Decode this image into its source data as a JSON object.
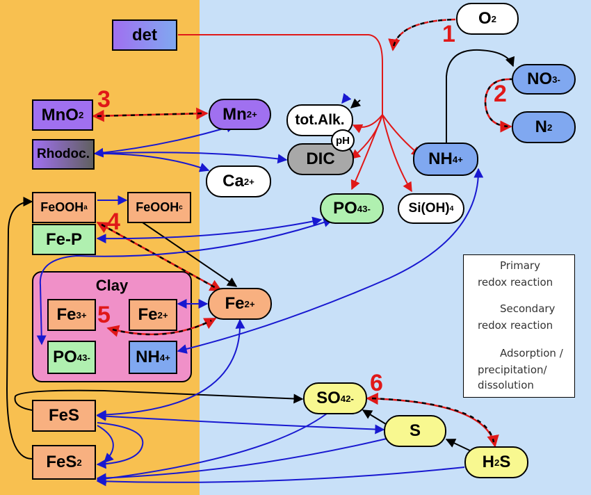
{
  "nodes": {
    "o2": "O",
    "o2_sub": "2",
    "det": "det",
    "no3": "NO",
    "no3_sub": "3",
    "no3_sup": "-",
    "n2": "N",
    "n2_sub": "2",
    "mno2": "MnO",
    "mno2_sub": "2",
    "mn2": "Mn",
    "mn2_sup": "2+",
    "totalk": "tot.Alk.",
    "ph": "pH",
    "dic": "DIC",
    "nh4": "NH",
    "nh4_sub": "4",
    "nh4_sup": "+",
    "rhodoc": "Rhodoc.",
    "ca2": "Ca",
    "ca2_sup": "2+",
    "feoohA": "FeOOH",
    "feoohA_sub": "a",
    "feoohC": "FeOOH",
    "feoohC_sub": "c",
    "po4": "PO",
    "po4_sub": "4",
    "po4_sup": "3-",
    "sioh4": "Si(OH)",
    "sioh4_sub": "4",
    "fep": "Fe-P",
    "clay": "Clay",
    "fe3clay": "Fe",
    "fe3clay_sup": "3+",
    "fe2clay": "Fe",
    "fe2clay_sup": "2+",
    "fe2": "Fe",
    "fe2_sup": "2+",
    "po4clay": "PO",
    "po4clay_sub": "4",
    "po4clay_sup": "3-",
    "nh4clay": "NH",
    "nh4clay_sub": "4",
    "nh4clay_sup": "+",
    "so4": "SO",
    "so4_sub": "4",
    "so4_sup": "2-",
    "fes": "FeS",
    "s": "S",
    "fes2": "FeS",
    "fes2_sub": "2",
    "h2s_h": "H",
    "h2s_sub": "2",
    "h2s_s": "S"
  },
  "reaction_numbers": [
    "1",
    "2",
    "3",
    "4",
    "5",
    "6"
  ],
  "legend": {
    "primary": [
      "Primary",
      "redox reaction"
    ],
    "secondary": [
      "Secondary",
      "redox reaction"
    ],
    "adsorption": [
      "Adsorption /",
      "precipitation/",
      "dissolution"
    ]
  },
  "colors": {
    "left_bg": "#f8c050",
    "right_bg": "#c8e0f8",
    "primary_arrow": "#e01818",
    "secondary_arrow": "#000000",
    "adsorption_arrow": "#1818d0",
    "mn_purple": "#a070f0",
    "fe_orange": "#f8b080",
    "p_green": "#b0f0b0",
    "n_blue": "#80a8f0",
    "s_yellow": "#f8f890",
    "clay_pink": "#f090c8"
  }
}
